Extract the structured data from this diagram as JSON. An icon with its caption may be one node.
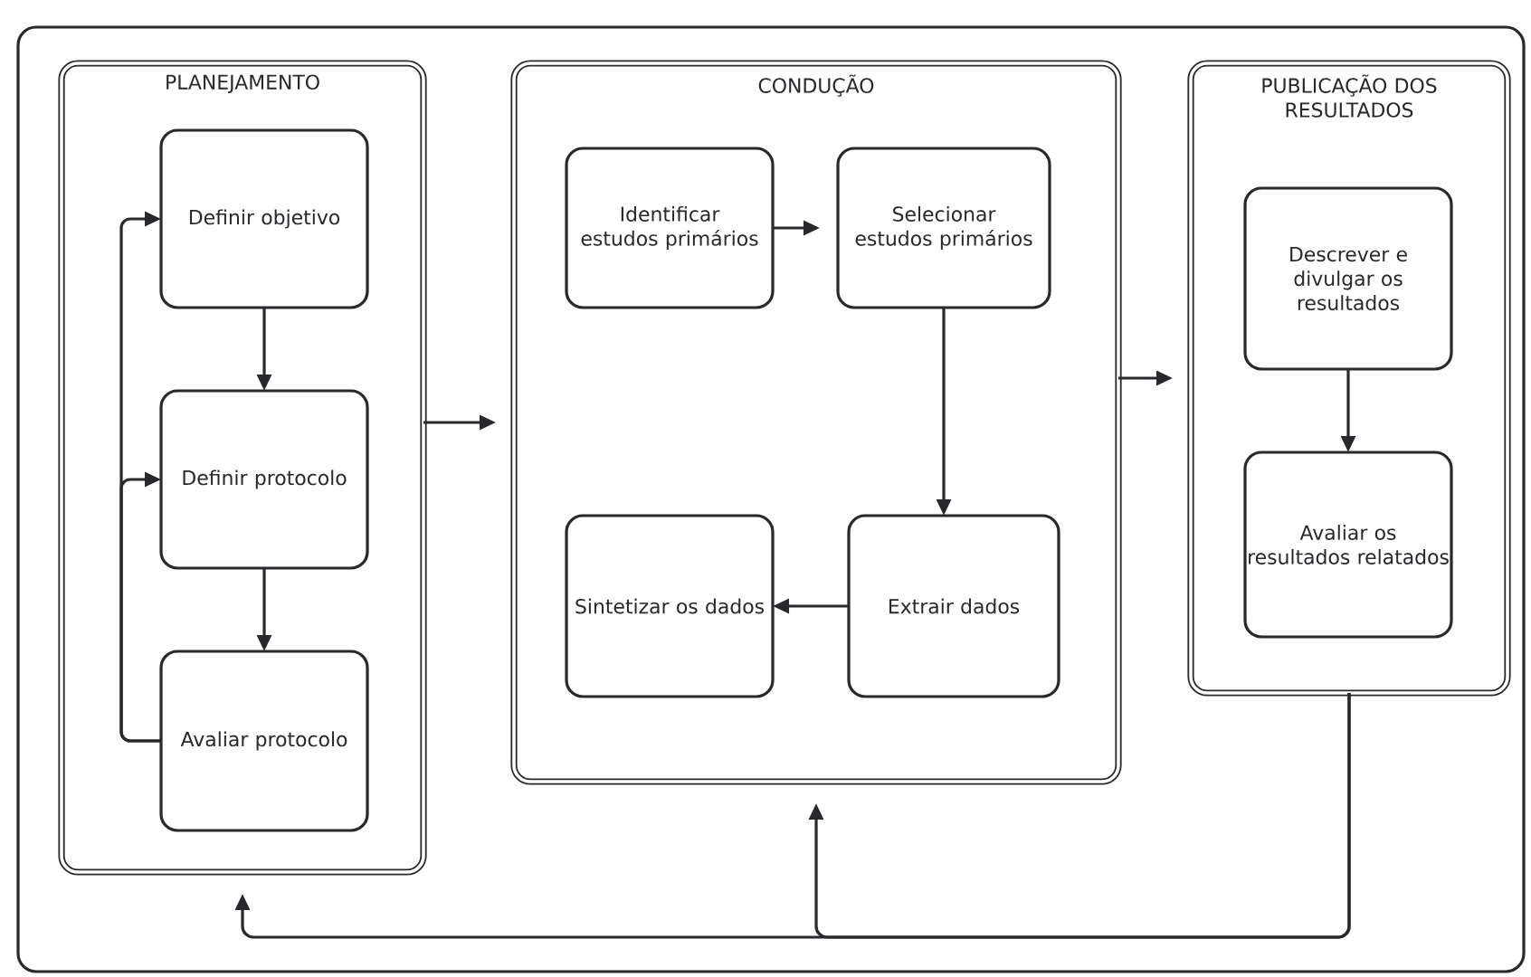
{
  "diagram": {
    "nodes": [
      {
        "text": [],
        "shape": "box"
      },
      {
        "text": [
          "PLANEJAMENTO"
        ],
        "in": 0
      },
      {
        "text": [
          "Definir objetivo"
        ],
        "in": 1
      },
      {
        "text": [
          "Definir protocolo"
        ],
        "in": 1
      },
      {
        "text": [
          "Avaliar protocolo"
        ],
        "in": 1
      },
      {
        "text": [
          "CONDUÇÃO"
        ],
        "in": 0
      },
      {
        "text": [
          "Identificar estudos primários"
        ],
        "in": 5
      },
      {
        "text": [
          "Selecionar estudos primários"
        ],
        "in": 5
      },
      {
        "text": [
          "Sintetizar os dados"
        ],
        "in": 5
      },
      {
        "text": [
          "Extrair dados"
        ],
        "in": 5
      },
      {
        "text": [
          "PUBLICAÇÃO DOS RESULTADOS"
        ],
        "in": 0
      },
      {
        "text": [
          "Descrever e divulgar os resultados"
        ],
        "in": 10
      },
      {
        "text": [
          "Avaliar os resultados relatados"
        ],
        "in": 10
      }
    ],
    "edges": [
      {
        "from": 2,
        "to": 3,
        "arrow": "to"
      },
      {
        "from": 3,
        "to": 4,
        "arrow": "to"
      },
      {
        "from": 4,
        "to": 2,
        "arrow": "to"
      },
      {
        "from": 4,
        "to": 3,
        "arrow": "to"
      },
      {
        "from": 1,
        "to": 5,
        "arrow": "to"
      },
      {
        "from": 6,
        "to": 7,
        "arrow": "to"
      },
      {
        "from": 7,
        "to": 9,
        "arrow": "to"
      },
      {
        "from": 9,
        "to": 8,
        "arrow": "to"
      },
      {
        "from": 5,
        "to": 10,
        "arrow": "to"
      },
      {
        "from": 11,
        "to": 12,
        "arrow": "to"
      },
      {
        "from": 10,
        "to": 1,
        "arrow": "to"
      },
      {
        "from": 10,
        "to": 5,
        "arrow": "to"
      }
    ]
  }
}
